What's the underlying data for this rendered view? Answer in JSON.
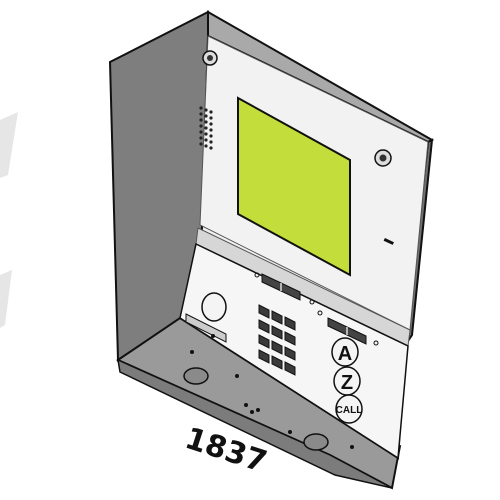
{
  "product": {
    "model_number": "1837"
  },
  "buttons": {
    "a_label": "A",
    "z_label": "Z",
    "call_label": "CALL"
  },
  "colors": {
    "housing_side": "#808080",
    "housing_top": "#a6a6a6",
    "faceplate": "#eeeeee",
    "display_screen": "#c3dd3a",
    "outline": "#111111"
  },
  "icons": [
    "speaker-grille-icon",
    "camera-lens-icon",
    "keypad-icon",
    "screw-icon"
  ]
}
